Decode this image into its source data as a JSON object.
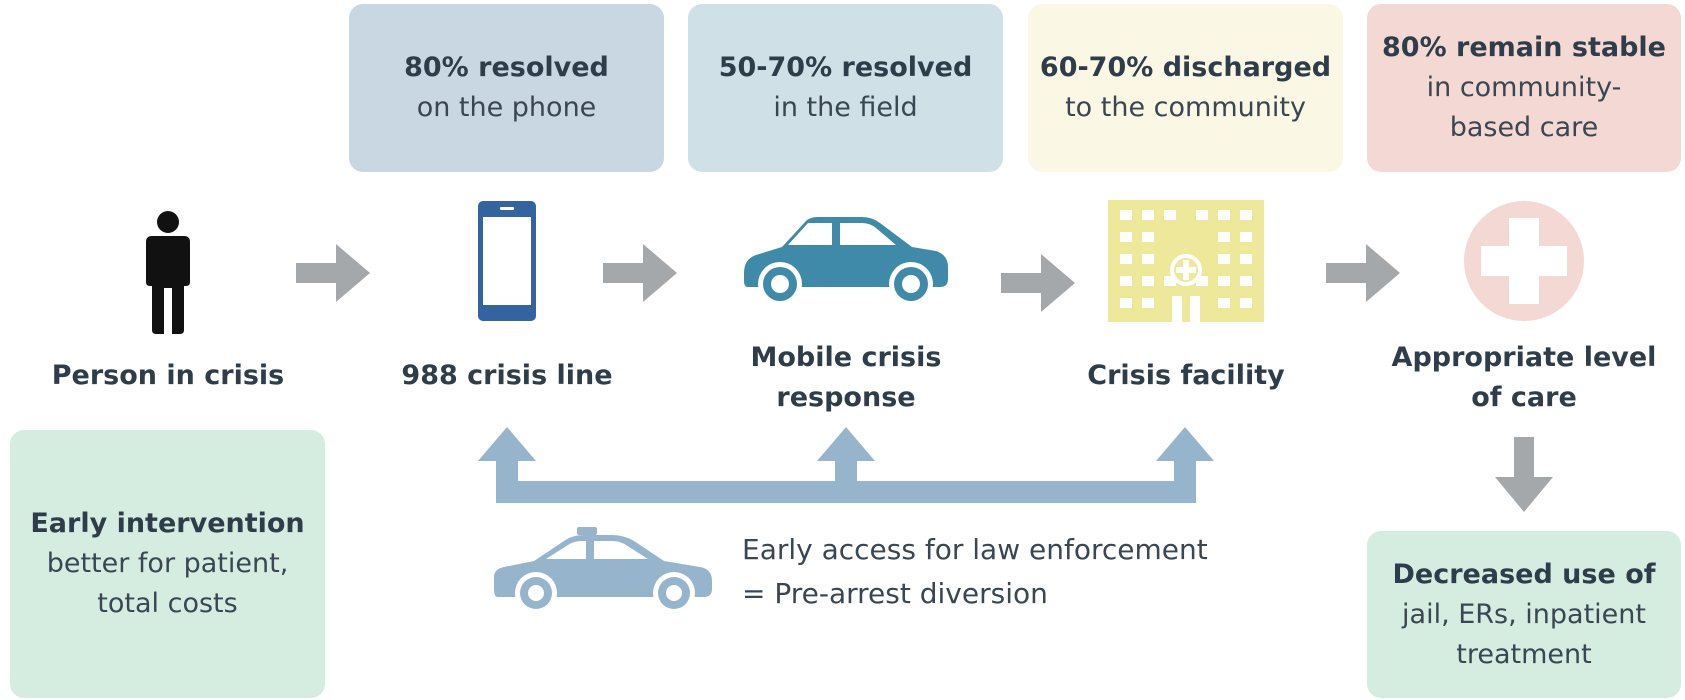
{
  "stats": [
    {
      "bold": "80% resolved",
      "lines": [
        "on the phone"
      ]
    },
    {
      "bold": "50-70% resolved",
      "lines": [
        "in the field"
      ]
    },
    {
      "bold": "60-70% discharged",
      "lines": [
        "to the community"
      ]
    },
    {
      "bold": "80% remain stable",
      "lines": [
        "in community-",
        "based care"
      ]
    }
  ],
  "stages": [
    {
      "lines": [
        "Person in crisis"
      ],
      "icon": "person-icon"
    },
    {
      "lines": [
        "988 crisis line"
      ],
      "icon": "phone-icon"
    },
    {
      "lines": [
        "Mobile crisis",
        "response"
      ],
      "icon": "car-icon"
    },
    {
      "lines": [
        "Crisis facility"
      ],
      "icon": "building-icon"
    },
    {
      "lines": [
        "Appropriate level",
        "of care"
      ],
      "icon": "medical-cross-icon"
    }
  ],
  "early_intervention": {
    "bold": "Early intervention",
    "lines": [
      "better for patient,",
      "total costs"
    ]
  },
  "decreased_use": {
    "bold": "Decreased use of",
    "lines": [
      "jail, ERs, inpatient",
      "treatment"
    ]
  },
  "law_enforcement": {
    "lines": [
      "Early access for law enforcement",
      "= Pre-arrest diversion"
    ],
    "icon": "police-car-icon"
  },
  "colors": {
    "box_blue": "#c9d7e3",
    "box_lightblue": "#cfe0e6",
    "box_yellow": "#fbf7e5",
    "box_pink": "#f4d8d3",
    "box_green": "#d5ede1",
    "arrow_gray": "#a5a8ab",
    "arrow_blue": "#97b4cd",
    "phone_blue": "#3464a0",
    "car_teal": "#3e8aa8",
    "building_yellow": "#ede89a",
    "cross_pink": "#f4d8d3",
    "police_blue": "#97b4cd"
  }
}
